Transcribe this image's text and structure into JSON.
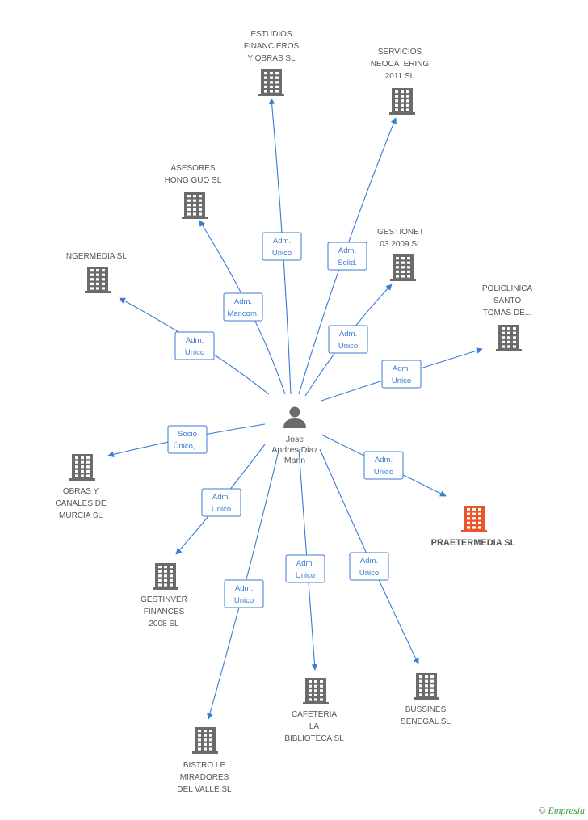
{
  "center": {
    "name": [
      "Jose",
      "Andres Diaz",
      "Marin"
    ]
  },
  "companies": [
    {
      "id": "estudios",
      "label": [
        "ESTUDIOS",
        "FINANCIEROS",
        "Y OBRAS SL"
      ],
      "role": [
        "Adm.",
        "Unico"
      ],
      "highlight": false
    },
    {
      "id": "servicios",
      "label": [
        "SERVICIOS",
        "NEOCATERING",
        "2011  SL"
      ],
      "role": [
        "Adm.",
        "Solid."
      ],
      "highlight": false
    },
    {
      "id": "asesores",
      "label": [
        "ASESORES",
        "HONG GUO SL"
      ],
      "role": [
        "Adm.",
        "Mancom."
      ],
      "highlight": false
    },
    {
      "id": "gestionet",
      "label": [
        "GESTIONET",
        "03 2009 SL"
      ],
      "role": [
        "Adm.",
        "Unico"
      ],
      "highlight": false
    },
    {
      "id": "ingermedia",
      "label": [
        "INGERMEDIA SL"
      ],
      "role": [
        "Adm.",
        "Unico"
      ],
      "highlight": false
    },
    {
      "id": "policlinica",
      "label": [
        "POLICLINICA",
        "SANTO",
        "TOMAS DE..."
      ],
      "role": [
        "Adm.",
        "Unico"
      ],
      "highlight": false
    },
    {
      "id": "obras",
      "label": [
        "OBRAS Y",
        "CANALES DE",
        "MURCIA SL"
      ],
      "role": [
        "Socio",
        "Único,..."
      ],
      "highlight": false
    },
    {
      "id": "praetermedia",
      "label": [
        "PRAETERMEDIA SL"
      ],
      "role": [
        "Adm.",
        "Unico"
      ],
      "highlight": true
    },
    {
      "id": "gestinver",
      "label": [
        "GESTINVER",
        "FINANCES",
        "2008 SL"
      ],
      "role": [
        "Adm.",
        "Unico"
      ],
      "highlight": false
    },
    {
      "id": "cafeteria",
      "label": [
        "CAFETERIA",
        "LA",
        "BIBLIOTECA SL"
      ],
      "role": [
        "Adm.",
        "Unico"
      ],
      "highlight": false
    },
    {
      "id": "bussines",
      "label": [
        "BUSSINES",
        "SENEGAL SL"
      ],
      "role": [
        "Adm.",
        "Unico"
      ],
      "highlight": false
    },
    {
      "id": "bistro",
      "label": [
        "BISTRO LE",
        "MIRADORES",
        "DEL VALLE SL"
      ],
      "role": [
        "Adm.",
        "Unico"
      ],
      "highlight": false
    }
  ],
  "colors": {
    "edge": "#3a7bd5",
    "building": "#6b6b6b",
    "building_highlight": "#e8562a",
    "person": "#6b6b6b"
  },
  "footer": {
    "copyright": "©",
    "brand": "Empresia"
  }
}
